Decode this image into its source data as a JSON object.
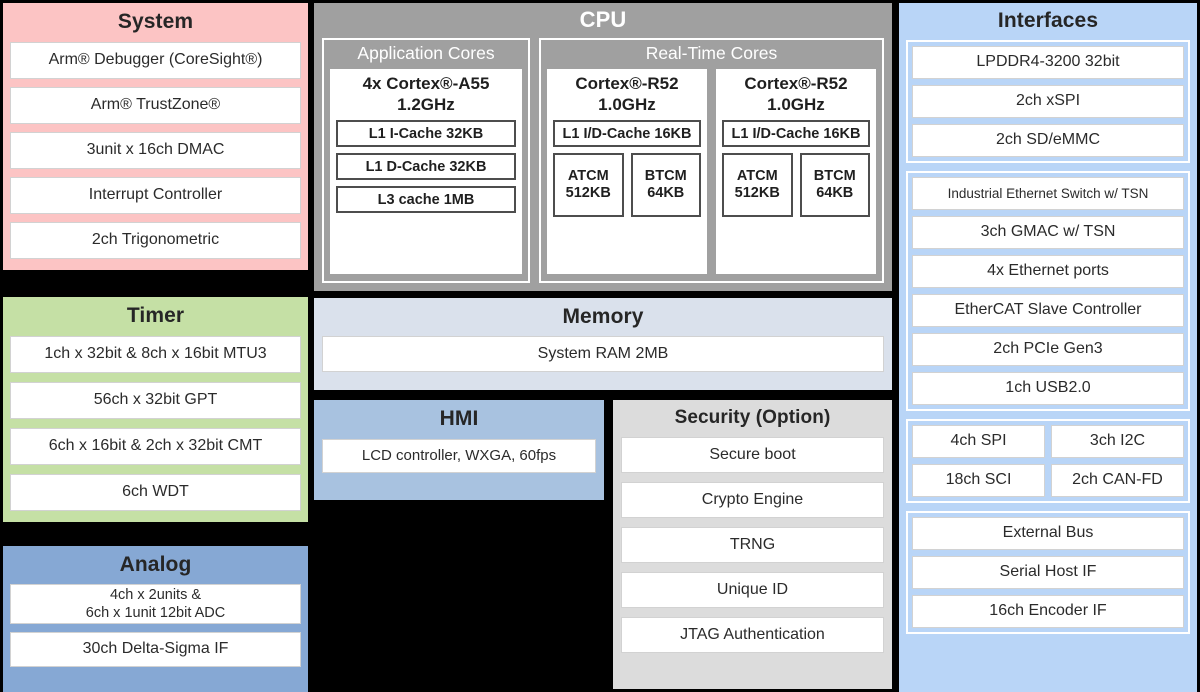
{
  "system": {
    "title": "System",
    "items": [
      "Arm® Debugger (CoreSight®)",
      "Arm® TrustZone®",
      "3unit x 16ch DMAC",
      "Interrupt Controller",
      "2ch Trigonometric"
    ],
    "color": "#fcc4c4"
  },
  "timer": {
    "title": "Timer",
    "items": [
      "1ch x 32bit & 8ch x 16bit MTU3",
      "56ch x 32bit GPT",
      "6ch x 16bit & 2ch x 32bit CMT",
      "6ch WDT"
    ],
    "color": "#c5e0a5"
  },
  "analog": {
    "title": "Analog",
    "adc_line1": "4ch x 2units &",
    "adc_line2": "6ch x 1unit 12bit ADC",
    "delta_sigma": "30ch Delta-Sigma IF",
    "color": "#86a8d4"
  },
  "cpu": {
    "title": "CPU",
    "color": "#a0a0a0",
    "application_cores": {
      "title": "Application Cores",
      "core": {
        "name_line1": "4x Cortex®-A55",
        "name_line2": "1.2GHz",
        "caches": [
          "L1 I-Cache 32KB",
          "L1 D-Cache 32KB",
          "L3 cache 1MB"
        ]
      }
    },
    "realtime_cores": {
      "title": "Real-Time Cores",
      "cores": [
        {
          "name_line1": "Cortex®-R52",
          "name_line2": "1.0GHz",
          "cache": "L1 I/D-Cache 16KB",
          "tcm": [
            {
              "line1": "ATCM",
              "line2": "512KB"
            },
            {
              "line1": "BTCM",
              "line2": "64KB"
            }
          ]
        },
        {
          "name_line1": "Cortex®-R52",
          "name_line2": "1.0GHz",
          "cache": "L1 I/D-Cache 16KB",
          "tcm": [
            {
              "line1": "ATCM",
              "line2": "512KB"
            },
            {
              "line1": "BTCM",
              "line2": "64KB"
            }
          ]
        }
      ]
    }
  },
  "memory": {
    "title": "Memory",
    "items": [
      "System RAM 2MB"
    ],
    "color": "#dae1ec"
  },
  "hmi": {
    "title": "HMI",
    "items": [
      "LCD controller, WXGA, 60fps"
    ],
    "color": "#a8c2e0"
  },
  "security": {
    "title": "Security (Option)",
    "items": [
      "Secure boot",
      "Crypto Engine",
      "TRNG",
      "Unique ID",
      "JTAG Authentication"
    ],
    "color": "#dcdcdc"
  },
  "interfaces": {
    "title": "Interfaces",
    "color": "#b9d5f7",
    "group_memory": [
      "LPDDR4-3200 32bit",
      "2ch xSPI",
      "2ch SD/eMMC"
    ],
    "group_network": [
      "Industrial Ethernet Switch w/ TSN",
      "3ch GMAC w/ TSN",
      "4x Ethernet ports",
      "EtherCAT Slave Controller",
      "2ch PCIe Gen3",
      "1ch USB2.0"
    ],
    "group_serial_grid": [
      [
        "4ch SPI",
        "3ch I2C"
      ],
      [
        "18ch SCI",
        "2ch CAN-FD"
      ]
    ],
    "group_bus": [
      "External Bus",
      "Serial Host IF",
      "16ch Encoder IF"
    ]
  }
}
